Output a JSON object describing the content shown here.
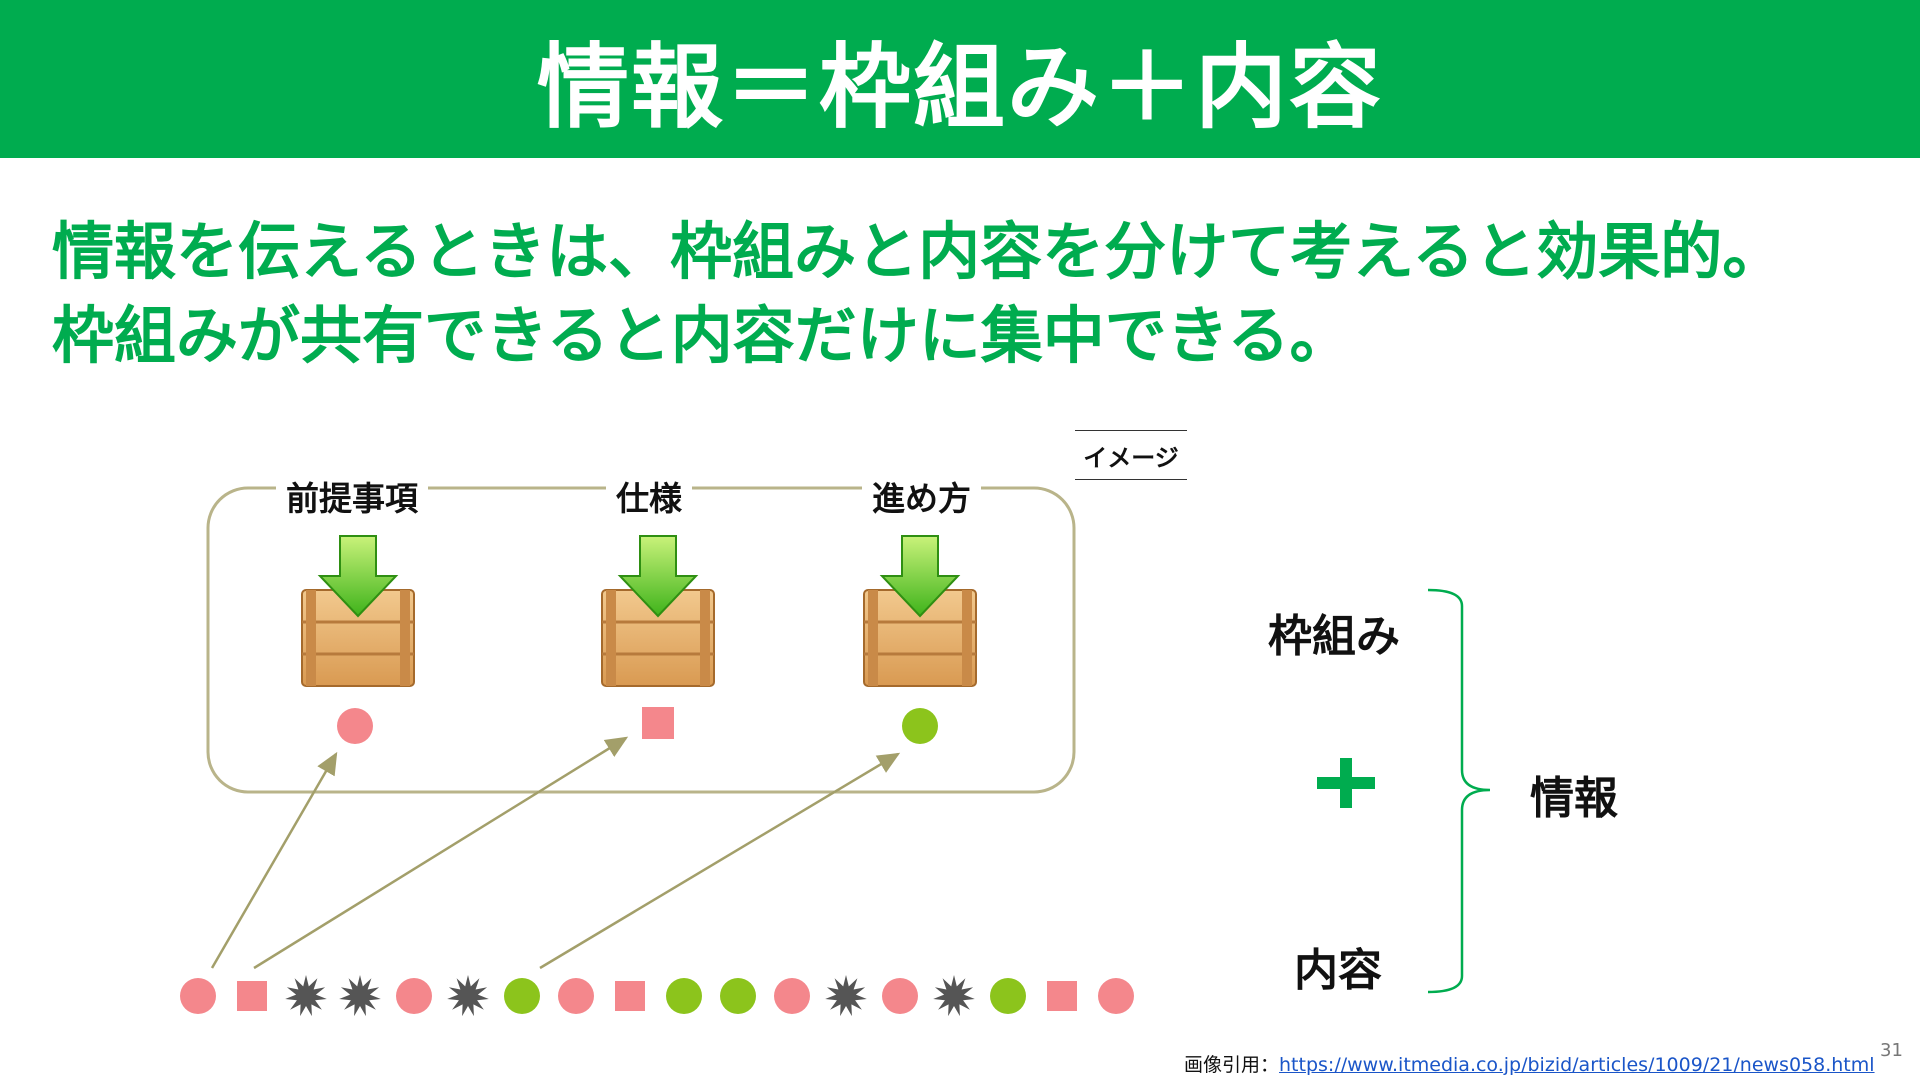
{
  "header": {
    "title": "情報＝枠組み＋内容"
  },
  "lead": {
    "line1": "情報を伝えるときは、枠組みと内容を分けて考えると効果的。",
    "line2": "枠組みが共有できると内容だけに集中できる。"
  },
  "diagram": {
    "image_tag": "イメージ",
    "frame_labels": [
      "前提事項",
      "仕様",
      "進め方"
    ],
    "box_icon": "crate-with-down-arrow-icon",
    "slot_shapes": [
      "circle-red",
      "square-red",
      "circle-green"
    ],
    "item_sequence": [
      "circle-red",
      "square-red",
      "burst-gray",
      "burst-gray",
      "circle-red",
      "burst-gray",
      "circle-green",
      "circle-red",
      "square-red",
      "circle-green",
      "circle-green",
      "circle-red",
      "burst-gray",
      "circle-red",
      "burst-gray",
      "circle-green",
      "square-red",
      "circle-red"
    ]
  },
  "right": {
    "framework": "枠組み",
    "plus": "plus-icon",
    "content": "内容",
    "result": "情報"
  },
  "colors": {
    "accent_green": "#00ac4f",
    "shape_red": "#f4878c",
    "shape_green": "#8cc41c",
    "burst_gray": "#555555",
    "frame_olive": "#b9b48a",
    "arrow_olive": "#a39f6a"
  },
  "citation": {
    "prefix": "画像引用：",
    "url": "https://www.itmedia.co.jp/bizid/articles/1009/21/news058.html"
  },
  "page_number": "31"
}
